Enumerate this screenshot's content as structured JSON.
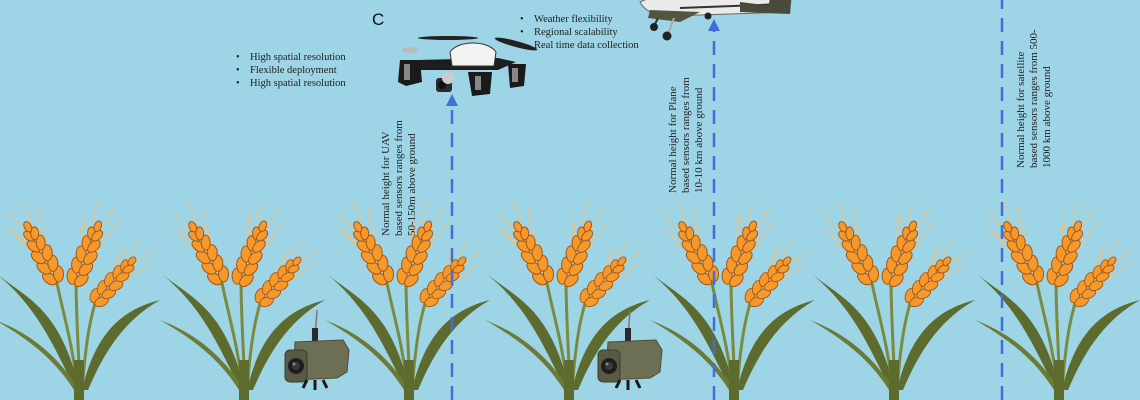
{
  "figure": {
    "panel_label": "C",
    "background_color": "#9dd4e6",
    "uav": {
      "advantages": [
        "High spatial resolution",
        "Flexible deployment",
        "High spatial resolution"
      ],
      "height_note": [
        "Normal height for UAV",
        "based sensors ranges from",
        "50-150m above ground"
      ]
    },
    "plane": {
      "advantages": [
        "Weather flexibility",
        "Regional scalability",
        "Real time data collection"
      ],
      "height_note": [
        "Normal height for Plane",
        "based sensors ranges from",
        "10-10 km above ground"
      ]
    },
    "satellite": {
      "height_note": [
        "Normal height for satellite",
        "based sensors ranges from 500-",
        "1000 km above ground"
      ]
    },
    "colors": {
      "arrow": "#3f6fd8",
      "grain": "#f59a2a",
      "grain_outline": "#a5551a",
      "stem": "#5e6b2e"
    },
    "icons": [
      "wheat-plant-icon",
      "drone-icon",
      "airplane-icon",
      "ground-camera-icon",
      "dashed-arrow-icon"
    ]
  }
}
